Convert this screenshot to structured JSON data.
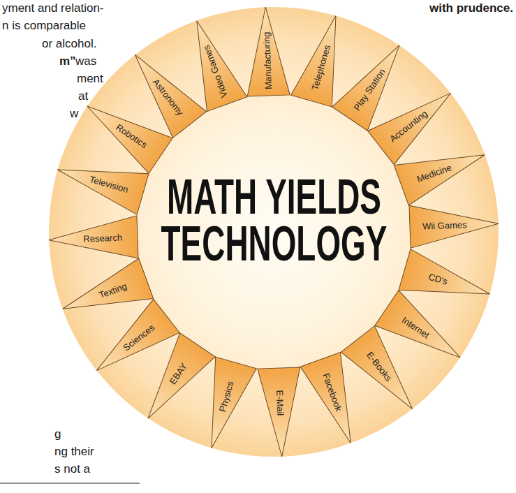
{
  "diagram": {
    "nodes": [
      {
        "text": [
          "MATH YIELDS TECHNOLOGY"
        ]
      },
      {
        "text": [
          "Video Games"
        ],
        "in": 0
      },
      {
        "text": [
          "Manufacturing"
        ],
        "in": 0
      },
      {
        "text": [
          "Telephones"
        ],
        "in": 0
      },
      {
        "text": [
          "Play Station"
        ],
        "in": 0
      },
      {
        "text": [
          "Accounting"
        ],
        "in": 0
      },
      {
        "text": [
          "Medicine"
        ],
        "in": 0
      },
      {
        "text": [
          "Wii Games"
        ],
        "in": 0
      },
      {
        "text": [
          "CD's"
        ],
        "in": 0
      },
      {
        "text": [
          "Internet"
        ],
        "in": 0
      },
      {
        "text": [
          "E-Books"
        ],
        "in": 0
      },
      {
        "text": [
          "Facebook"
        ],
        "in": 0
      },
      {
        "text": [
          "E-Mail"
        ],
        "in": 0
      },
      {
        "text": [
          "Physics"
        ],
        "in": 0
      },
      {
        "text": [
          "EBAY"
        ],
        "in": 0
      },
      {
        "text": [
          "Sciences"
        ],
        "in": 0
      },
      {
        "text": [
          "Texting"
        ],
        "in": 0
      },
      {
        "text": [
          "Research"
        ],
        "in": 0
      },
      {
        "text": [
          "Television"
        ],
        "in": 0
      },
      {
        "text": [
          "Robotics"
        ],
        "in": 0
      },
      {
        "text": [
          "Astronomy"
        ],
        "in": 0
      }
    ],
    "labels": [
      "yment and relation-",
      "with prudence.",
      "n is comparable",
      "or alcohol.",
      "m”",
      "was",
      "ment",
      "at",
      "w",
      "g",
      "ng their",
      "s not a"
    ]
  }
}
